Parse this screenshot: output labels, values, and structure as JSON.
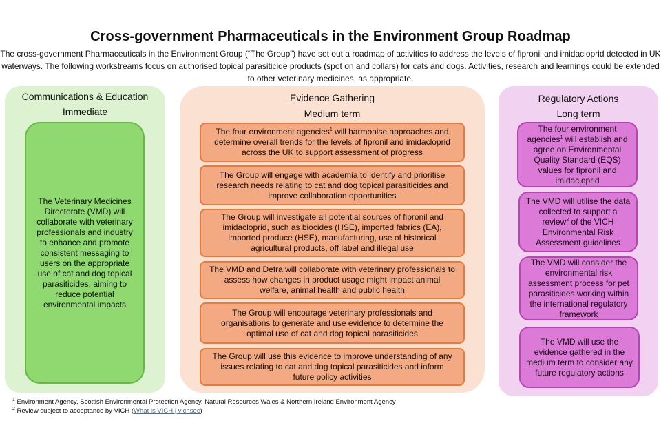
{
  "title": "Cross-government Pharmaceuticals in the Environment Group Roadmap",
  "intro": "The cross-government Pharmaceuticals in the Environment Group (“The Group”) have set out a roadmap of activities to address the levels of fipronil and imidacloprid detected in UK waterways. The following workstreams focus on authorised topical parasiticide products (spot on and collars) for cats and dogs. Activities, research and learnings could be extended to other veterinary medicines, as appropriate.",
  "columns": {
    "comms": {
      "heading": "Communications & Education",
      "timeframe": "Immediate",
      "items": [
        "The Veterinary Medicines Directorate (VMD) will collaborate with veterinary professionals and industry to enhance and promote consistent messaging to users on the appropriate use of cat and dog topical parasiticides, aiming to reduce potential environmental impacts"
      ]
    },
    "evidence": {
      "heading": "Evidence Gathering",
      "timeframe": "Medium term",
      "items": [
        {
          "pre": "The four environment agencies",
          "sup": "1",
          "post": " will harmonise approaches and determine overall trends for the levels of fipronil and imidacloprid across the UK to support assessment of progress"
        },
        {
          "pre": "The Group will engage with academia to identify and prioritise research needs relating to cat and dog topical parasiticides and improve collaboration opportunities",
          "sup": "",
          "post": ""
        },
        {
          "pre": "The Group will investigate all potential sources of fipronil and imidacloprid, such as biocides (HSE), imported fabrics (EA), imported produce (HSE), manufacturing, use of historical agricultural products, off label and illegal use",
          "sup": "",
          "post": ""
        },
        {
          "pre": "The VMD and Defra will collaborate with veterinary professionals to assess how changes in product usage might impact animal welfare, animal health and public health",
          "sup": "",
          "post": ""
        },
        {
          "pre": "The Group will encourage veterinary professionals and organisations to generate and use evidence to determine the optimal use of cat and dog topical parasiticides",
          "sup": "",
          "post": ""
        },
        {
          "pre": "The Group will use this evidence to improve understanding of any issues relating to cat and dog topical parasiticides and inform future policy activities",
          "sup": "",
          "post": ""
        }
      ]
    },
    "regulatory": {
      "heading": "Regulatory Actions",
      "timeframe": "Long term",
      "items": [
        {
          "pre": "The four environment agencies",
          "sup": "1",
          "post": " will establish and agree on Environmental Quality Standard (EQS) values for fipronil and imidacloprid"
        },
        {
          "pre": "The VMD will utilise the data collected to support a review",
          "sup": "2",
          "post": " of the VICH Environmental Risk Assessment guidelines"
        },
        {
          "pre": "The VMD will consider the environmental risk assessment process for pet parasiticides working within the international regulatory framework",
          "sup": "",
          "post": ""
        },
        {
          "pre": "The VMD will use the evidence gathered in the medium term to consider any future regulatory actions",
          "sup": "",
          "post": ""
        }
      ]
    }
  },
  "footnotes": {
    "note1_marker": "1",
    "note1_text": " Environment Agency, Scottish Environmental Protection Agency, Natural Resources Wales & Northern Ireland Environment Agency",
    "note2_marker": "2",
    "note2_text": " Review subject to acceptance by VICH (",
    "note2_link": "What is VICH | vichsec",
    "note2_close": ")"
  },
  "colors": {
    "comms_bg": "#dcf2d0",
    "comms_box": "#90d970",
    "evidence_bg": "#fbe1d2",
    "evidence_box": "#f3a982",
    "evidence_border": "#e87a3a",
    "regulatory_bg": "#f1d2f0",
    "regulatory_box": "#dc7ad8",
    "regulatory_border": "#b545b2"
  }
}
